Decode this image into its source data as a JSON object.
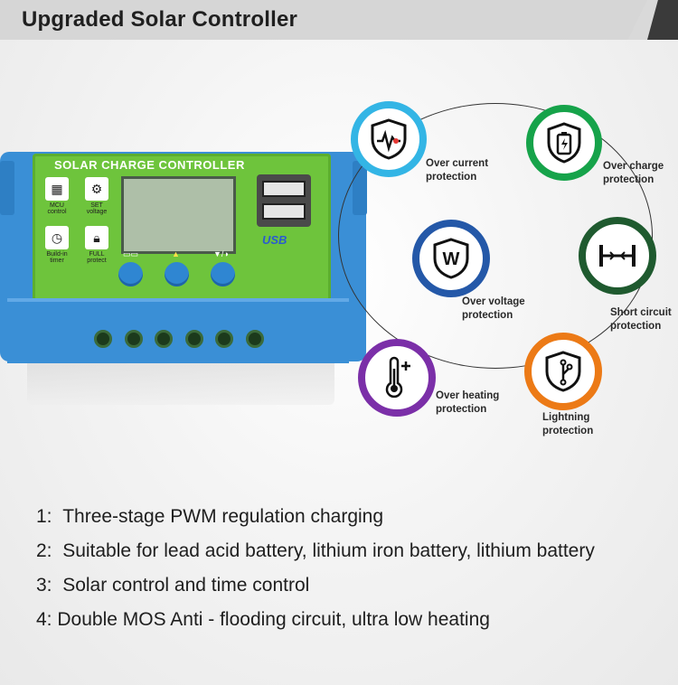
{
  "header": {
    "title": "Upgraded Solar Controller"
  },
  "controller": {
    "panel_label": "SOLAR CHARGE CONTROLLER",
    "usb_label": "USB",
    "mini_icons": [
      {
        "name": "mcu-icon",
        "label": "MCU control"
      },
      {
        "name": "set-icon",
        "label": "SET voltage"
      },
      {
        "name": "timer-icon",
        "label": "Build-in timer"
      },
      {
        "name": "lock-icon",
        "label": "FULL protect"
      }
    ]
  },
  "features": [
    {
      "name": "over-current",
      "line1": "Over current",
      "line2": "protection",
      "color": "#33b5e5",
      "icon": "shield-pulse-icon"
    },
    {
      "name": "over-charge",
      "line1": "Over charge",
      "line2": "protection",
      "color": "#16a34a",
      "icon": "shield-battery-icon"
    },
    {
      "name": "over-voltage",
      "line1": "Over voltage",
      "line2": "protection",
      "color": "#2458a8",
      "icon": "shield-w-icon"
    },
    {
      "name": "short-circuit",
      "line1": "Short circuit",
      "line2": "protection",
      "color": "#1f5a2f",
      "icon": "short-circuit-icon"
    },
    {
      "name": "over-heating",
      "line1": "Over heating",
      "line2": "protection",
      "color": "#7b2fa8",
      "icon": "thermometer-plus-icon"
    },
    {
      "name": "lightning",
      "line1": "Lightning",
      "line2": "protection",
      "color": "#ec7a16",
      "icon": "shield-lightning-icon"
    }
  ],
  "specs": [
    {
      "num": "1:",
      "text": "Three-stage PWM regulation charging"
    },
    {
      "num": "2:",
      "text": "Suitable for lead acid battery, lithium iron battery, lithium battery"
    },
    {
      "num": "3:",
      "text": "Solar control and time control"
    },
    {
      "num": "4:",
      "text": "Double MOS Anti - flooding circuit, ultra low heating"
    }
  ]
}
